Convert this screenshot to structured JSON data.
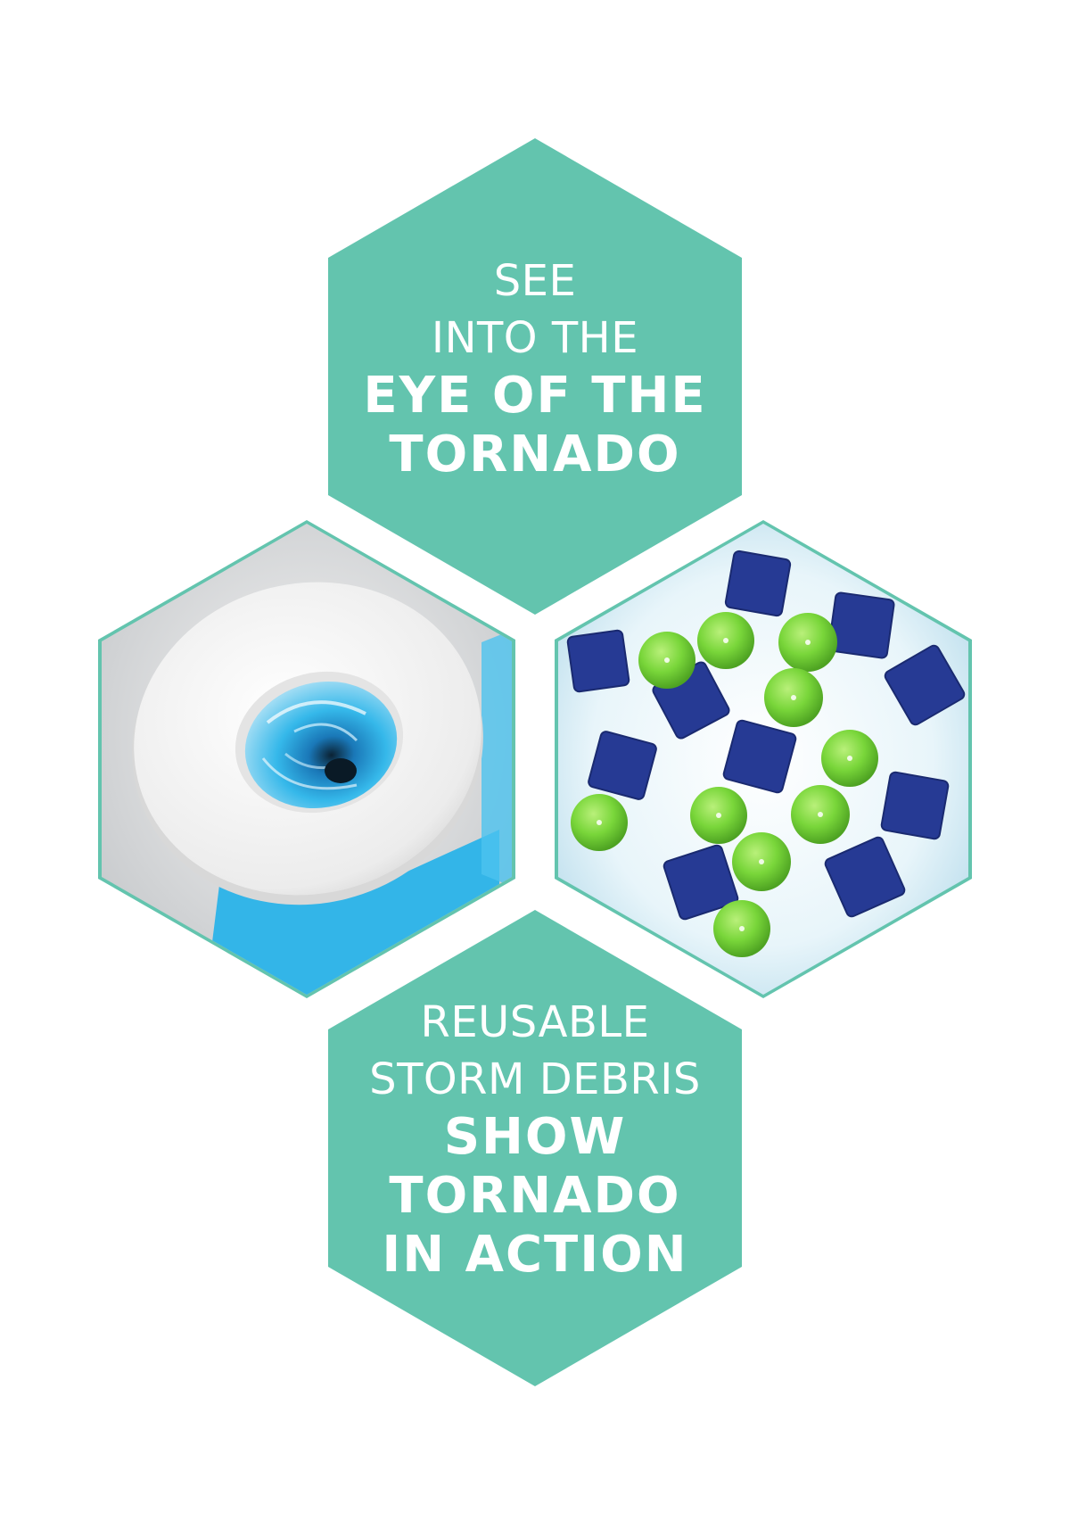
{
  "colors": {
    "teal": "#63c4ae",
    "white": "#ffffff",
    "tornado_blue": "#33b5e8",
    "debris_cube": "#263a94",
    "debris_ball": "#79d63a"
  },
  "top_panel": {
    "line1": "SEE",
    "line2": "INTO THE",
    "line3": "EYE OF THE",
    "line4": "TORNADO"
  },
  "bottom_panel": {
    "line1": "REUSABLE",
    "line2": "STORM DEBRIS",
    "line3": "SHOW",
    "line4": "TORNADO",
    "line5": "IN ACTION"
  },
  "images": {
    "left": "tornado-vortex-photo",
    "right": "storm-debris-photo"
  }
}
